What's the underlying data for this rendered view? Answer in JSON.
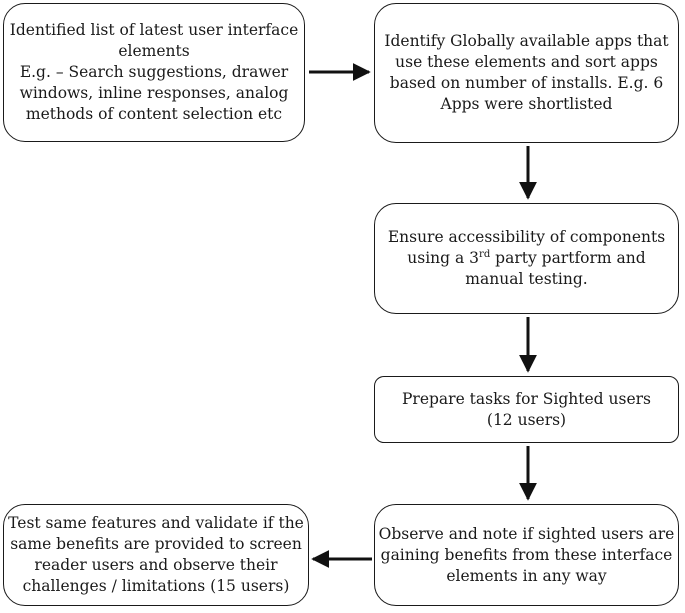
{
  "steps": [
    {
      "id": "identify-ui-elements",
      "lines": [
        "Identified list of latest user interface",
        "elements",
        "E.g. – Search suggestions, drawer",
        "windows, inline responses, analog",
        "methods of content selection etc"
      ]
    },
    {
      "id": "identify-apps",
      "lines": [
        "Identify Globally available apps that",
        "use these elements and sort apps",
        "based on number of installs. E.g. 6",
        "Apps were shortlisted"
      ]
    },
    {
      "id": "ensure-accessibility",
      "line1": "Ensure accessibility of components",
      "line2_pre": "using a 3",
      "line2_sup": "rd",
      "line2_post": " party partform and",
      "line3": "manual testing."
    },
    {
      "id": "prepare-tasks",
      "lines": [
        "Prepare tasks for Sighted users",
        "(12 users)"
      ]
    },
    {
      "id": "observe-sighted",
      "lines": [
        "Observe and note if sighted users are",
        "gaining benefits from these interface",
        "elements in any way"
      ]
    },
    {
      "id": "test-screen-reader",
      "lines": [
        "Test same features and validate if the",
        "same benefits are provided to screen",
        "reader users and observe their",
        "challenges / limitations (15 users)"
      ]
    }
  ]
}
